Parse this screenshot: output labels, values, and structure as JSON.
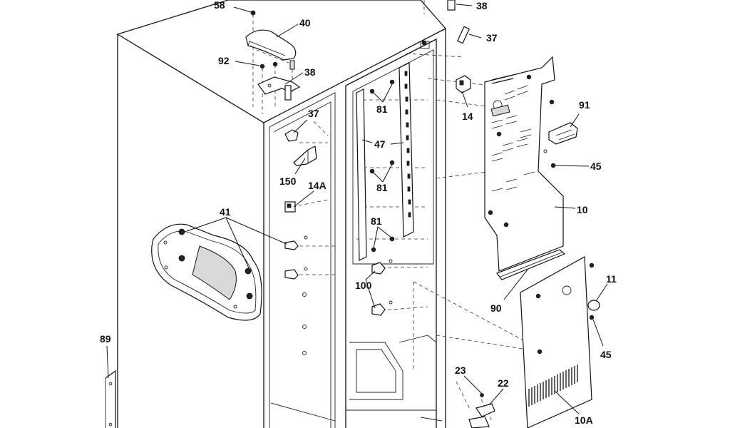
{
  "callouts": {
    "c58": "58",
    "c40": "40",
    "c92": "92",
    "c38_top": "38",
    "c38_hinge": "38",
    "c37_right": "37",
    "c37_left": "37",
    "c150": "150",
    "c14a": "14A",
    "c41": "41",
    "c89": "89",
    "c81_top": "81",
    "c47": "47",
    "c81_mid": "81",
    "c81_low": "81",
    "c100": "100",
    "c14": "14",
    "c91": "91",
    "c45_top": "45",
    "c10": "10",
    "c11": "11",
    "c90": "90",
    "c45_low": "45",
    "c23": "23",
    "c22": "22",
    "c10a": "10A"
  },
  "colors": {
    "ink": "#111111",
    "paper": "#ffffff",
    "shade": "#d9d9d9"
  }
}
